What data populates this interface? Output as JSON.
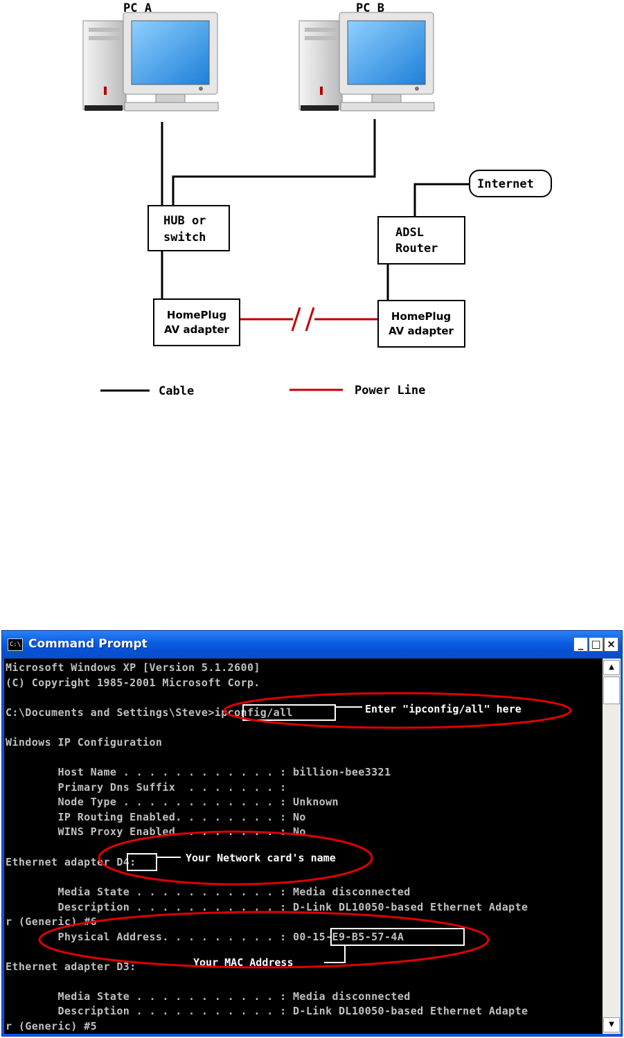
{
  "diagram": {
    "pc_a": "PC A",
    "pc_b": "PC B",
    "internet": "Internet",
    "hub_line1": "HUB or",
    "hub_line2": "switch",
    "router_line1": "ADSL",
    "router_line2": "Router",
    "homeplug_left_line1": "HomePlug",
    "homeplug_left_line2": "AV adapter",
    "homeplug_right_line1": "HomePlug",
    "homeplug_right_line2": "AV adapter",
    "legend_cable": "Cable",
    "legend_power": "Power Line",
    "colors": {
      "cable": "#000000",
      "power_line": "#c00000"
    }
  },
  "window": {
    "title": "Command Prompt",
    "icon_label": "C:\\",
    "min_glyph": "_",
    "max_glyph": "□",
    "close_glyph": "×",
    "scroll_up_glyph": "▲",
    "scroll_down_glyph": "▼"
  },
  "console": {
    "lines": [
      "Microsoft Windows XP [Version 5.1.2600]",
      "(C) Copyright 1985-2001 Microsoft Corp.",
      "",
      "C:\\Documents and Settings\\Steve>ipconfig/all",
      "",
      "Windows IP Configuration",
      "",
      "        Host Name . . . . . . . . . . . . : billion-bee3321",
      "        Primary Dns Suffix  . . . . . . . :",
      "        Node Type . . . . . . . . . . . . : Unknown",
      "        IP Routing Enabled. . . . . . . . : No",
      "        WINS Proxy Enabled. . . . . . . . : No",
      "",
      "Ethernet adapter D4:",
      "",
      "        Media State . . . . . . . . . . . : Media disconnected",
      "        Description . . . . . . . . . . . : D-Link DL10050-based Ethernet Adapte",
      "r (Generic) #6",
      "        Physical Address. . . . . . . . . : 00-15-E9-B5-57-4A",
      "",
      "Ethernet adapter D3:",
      "",
      "        Media State . . . . . . . . . . . : Media disconnected",
      "        Description . . . . . . . . . . . : D-Link DL10050-based Ethernet Adapte",
      "r (Generic) #5"
    ]
  },
  "annotations": {
    "enter_cmd": "Enter \"ipconfig/all\" here",
    "card_name": "Your Network card's name",
    "mac_address": "Your MAC Address",
    "color": "#e00000"
  }
}
